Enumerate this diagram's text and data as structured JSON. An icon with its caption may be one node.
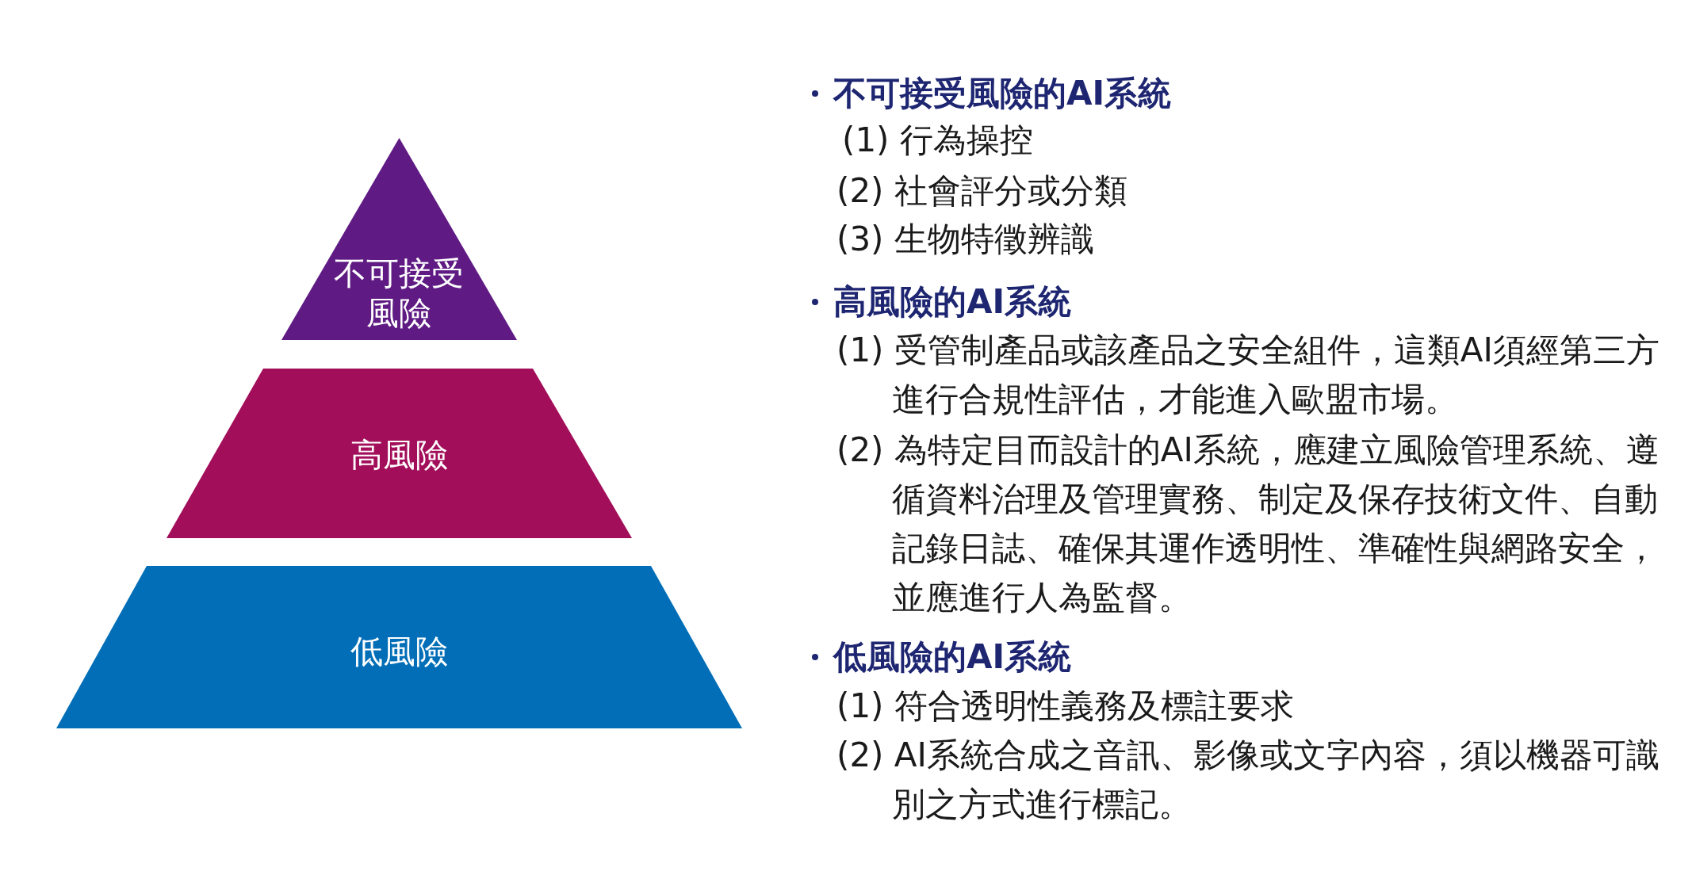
{
  "diagram": {
    "nodes": [
      {
        "text": [
          "不可接受風險"
        ]
      },
      {
        "text": [
          "高風險"
        ]
      },
      {
        "text": [
          "低風險"
        ]
      }
    ],
    "labels": [
      "不可接受風險的AI系統",
      "(1) 行為操控",
      "(2) 社會評分或分類",
      "(3) 生物特徵辨識",
      "高風險的AI系統",
      "(1) 受管制產品或該產品之安全組件，這類AI須經第三方進行合規性評估，才能進入歐盟市場。",
      "(2) 為特定目而設計的AI系統，應建立風險管理系統、遵循資料治理及管理實務、制定及保存技術文件、自動記錄日誌、確保其運作透明性、準確性與網路安全，並應進行人為監督。",
      "低風險的AI系統",
      "(1) 符合透明性義務及標註要求",
      "(2) AI系統合成之音訊、影像或文字內容，須以機器可識別之方式進行標記。"
    ]
  }
}
